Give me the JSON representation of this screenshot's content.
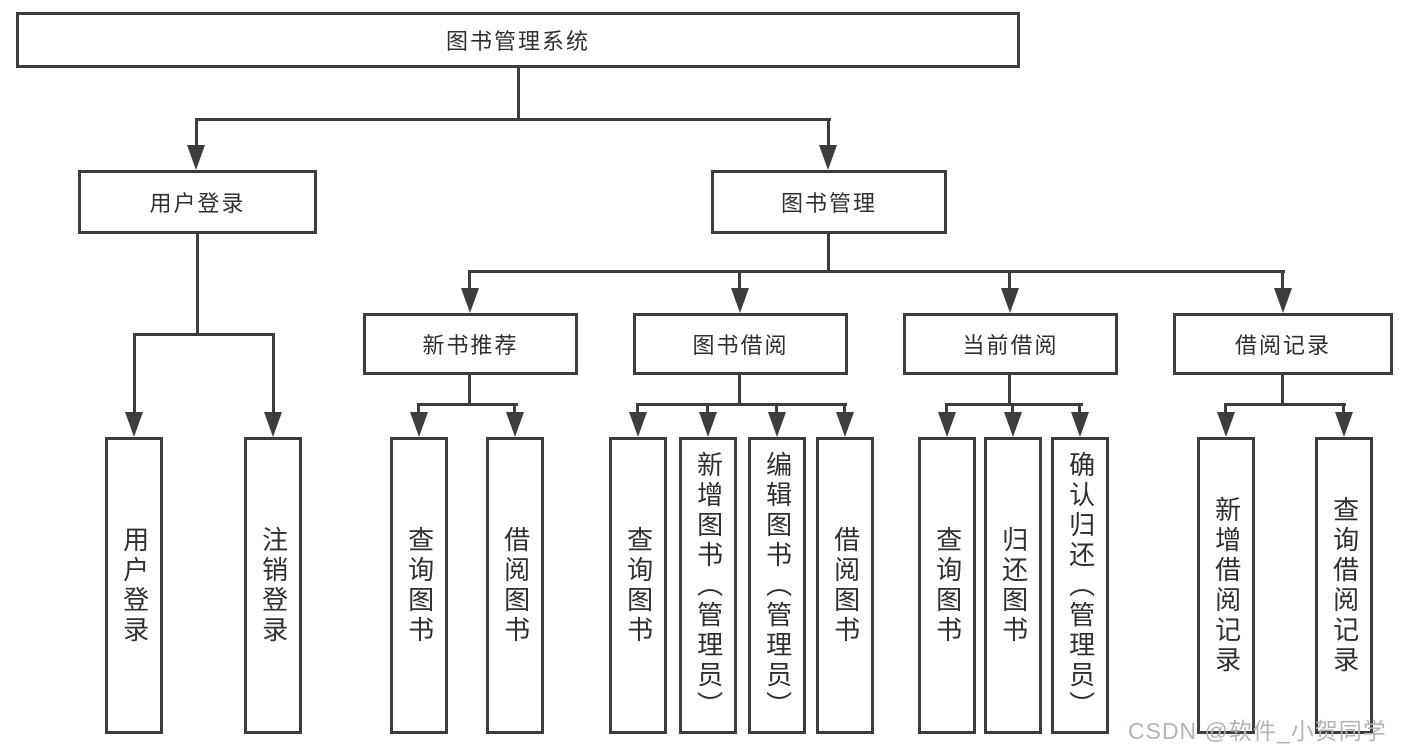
{
  "diagram_type": "hierarchy-tree",
  "colors": {
    "line": "#3d3d3d",
    "border": "#3d3d3d",
    "text": "#2f2f2f",
    "background": "#ffffff",
    "watermark": "#b9b2b2"
  },
  "root": {
    "label": "图书管理系统"
  },
  "level2": {
    "user_login": {
      "label": "用户登录"
    },
    "book_mgmt": {
      "label": "图书管理"
    }
  },
  "level3": {
    "new_book": {
      "label": "新书推荐"
    },
    "book_borrow": {
      "label": "图书借阅"
    },
    "current_borrow": {
      "label": "当前借阅"
    },
    "borrow_record": {
      "label": "借阅记录"
    }
  },
  "leaves": {
    "user_login": {
      "label": "用户登录"
    },
    "logout": {
      "label": "注销登录"
    },
    "nb_query": {
      "label": "查询图书"
    },
    "nb_borrow": {
      "label": "借阅图书"
    },
    "bb_query": {
      "label": "查询图书"
    },
    "bb_add": {
      "label": "新增图书（管理员）"
    },
    "bb_edit": {
      "label": "编辑图书（管理员）"
    },
    "bb_borrow": {
      "label": "借阅图书"
    },
    "cb_query": {
      "label": "查询图书"
    },
    "cb_return": {
      "label": "归还图书"
    },
    "cb_confirm": {
      "label": "确认归还（管理员）"
    },
    "br_add": {
      "label": "新增借阅记录"
    },
    "br_query": {
      "label": "查询借阅记录"
    }
  },
  "watermark": {
    "text": "CSDN @软件_小贺同学"
  }
}
